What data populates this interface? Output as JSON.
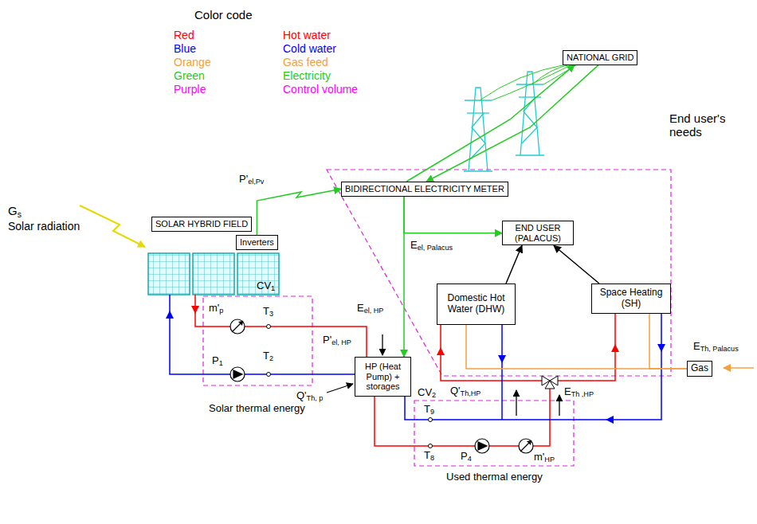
{
  "diagram": {
    "nodes": [
      {
        "text": [
          "NATIONAL GRID"
        ]
      },
      {
        "text": [
          "BIDIRECTIONAL ELECTRICITY METER"
        ]
      },
      {
        "text": [
          "SOLAR HYBRID FIELD"
        ]
      },
      {
        "text": [
          "Inverters"
        ]
      },
      {
        "text": [
          "END USER (PALACUS)"
        ]
      },
      {
        "text": [
          "Domestic Hot Water (DHW)"
        ]
      },
      {
        "text": [
          "Space Heating (SH)"
        ]
      },
      {
        "text": [
          "HP (Heat Pump) + storages"
        ]
      },
      {
        "text": [
          "Gas"
        ]
      }
    ],
    "edges": [
      {
        "from": 3,
        "to": 1,
        "arrow": "to",
        "label": "P'el,Pv"
      },
      {
        "from": 1,
        "to": 0,
        "arrow": "to"
      },
      {
        "from": 0,
        "to": 1,
        "arrow": "to"
      },
      {
        "from": 1,
        "to": 4,
        "arrow": "to",
        "label": "Eel, Palacus"
      },
      {
        "from": 1,
        "to": 7,
        "arrow": "to",
        "label": "Eel, HP"
      },
      {
        "from": 5,
        "to": 4,
        "arrow": "to"
      },
      {
        "from": 6,
        "to": 4,
        "arrow": "to"
      },
      {
        "from": 8,
        "to": 5,
        "arrow": "none"
      },
      {
        "from": 8,
        "to": 6,
        "arrow": "none"
      }
    ],
    "labels": [
      "Color code",
      "Red",
      "Blue",
      "Orange",
      "Green",
      "Purple",
      "Gs",
      "Solar radiation",
      "CV1",
      "m'p",
      "T3",
      "T2",
      "P1",
      "Q'Th, p",
      "Solar thermal energy",
      "P'el, HP",
      "CV2",
      "T9",
      "T8",
      "P4",
      "m'HP",
      "Q'Th,HP",
      "ETh ,HP",
      "Used thermal energy",
      "End user's needs",
      "ETh, Palacus"
    ],
    "legend": [
      {
        "text": "Hot water",
        "color": "#ff0000"
      },
      {
        "text": "Cold water",
        "color": "#0000ff"
      },
      {
        "text": "Gas feed",
        "color": "#f4a040"
      },
      {
        "text": "Electricity",
        "color": "#22cc22"
      },
      {
        "text": "Control volume",
        "color": "#ff00ff"
      }
    ]
  }
}
